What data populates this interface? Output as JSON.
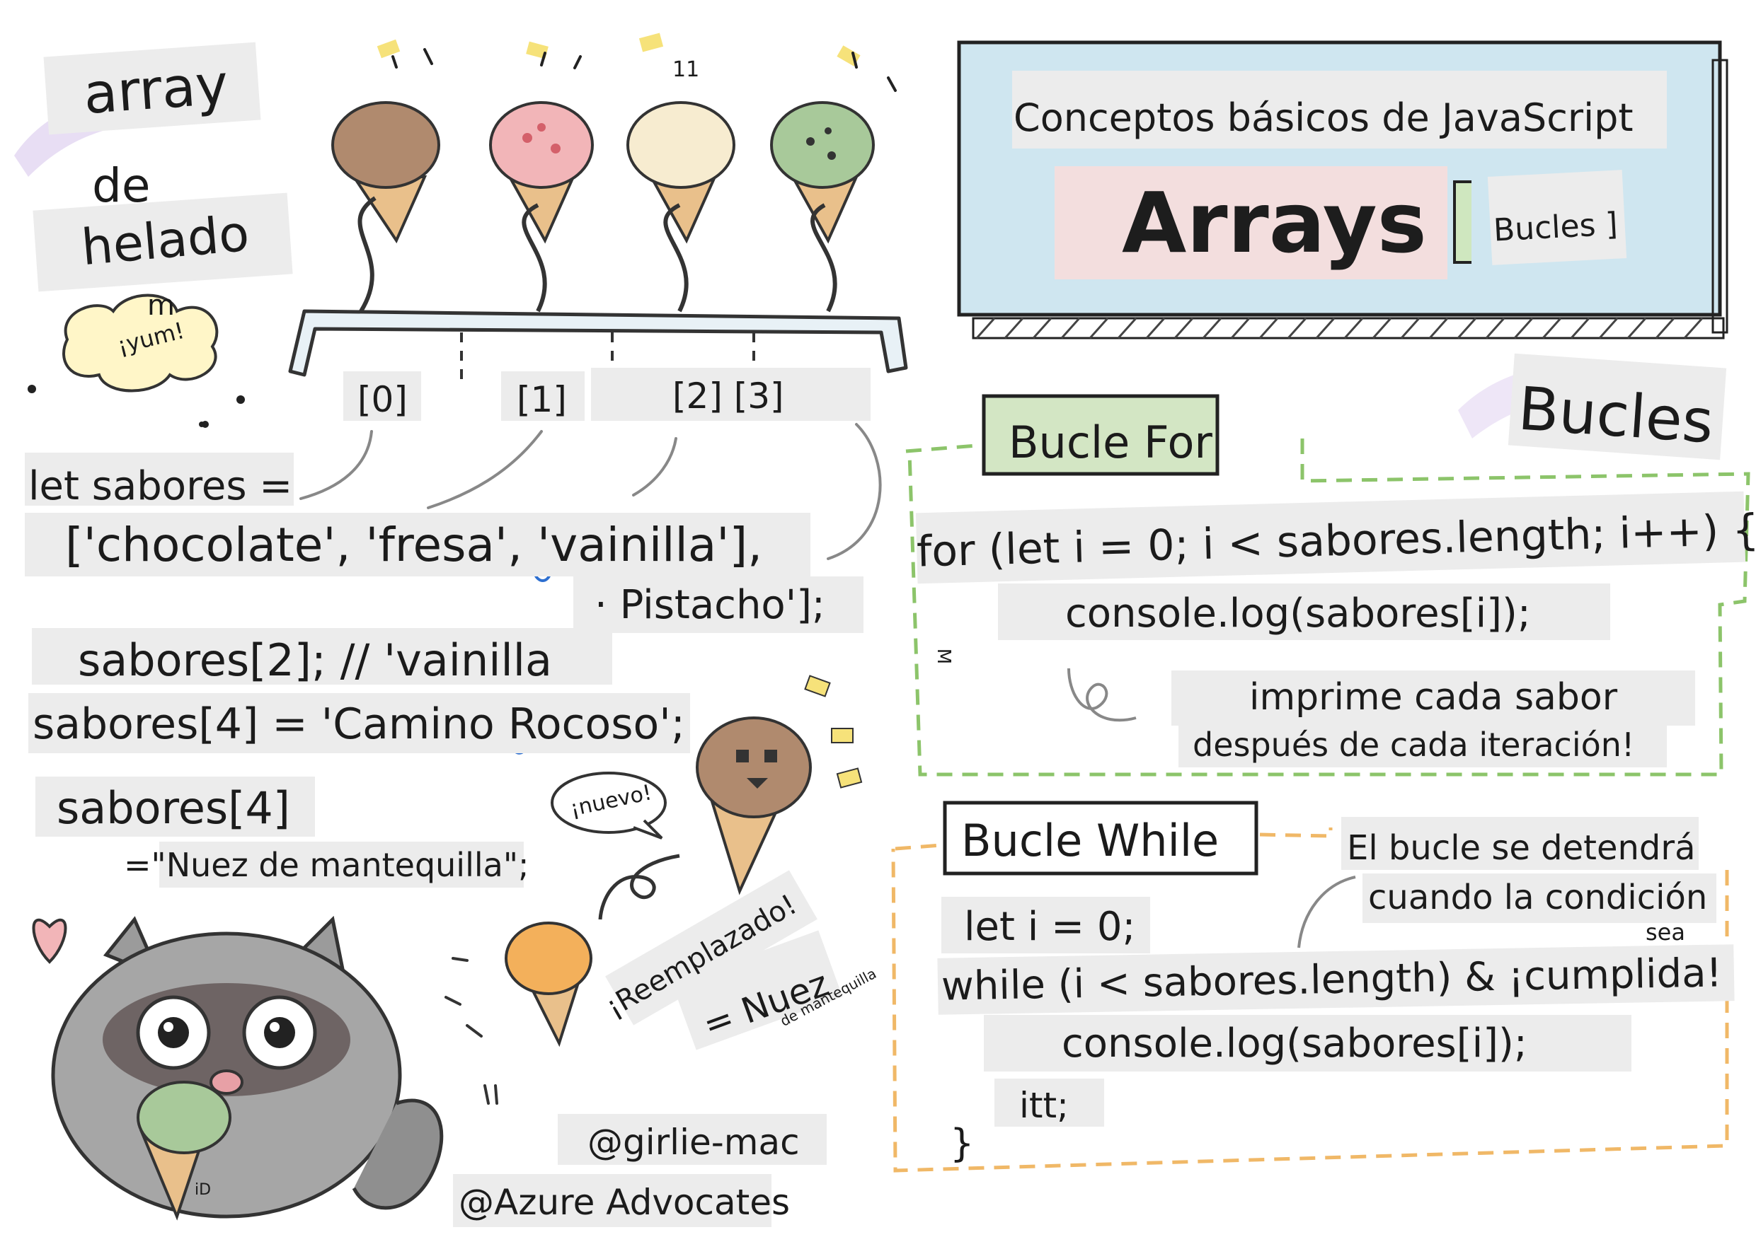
{
  "left": {
    "title_array": "array",
    "title_de": "de",
    "title_helado": "helado",
    "yum_m": "m",
    "yum": "¡yum!",
    "top_mark": "11",
    "indices": [
      "[0]",
      "[1]",
      "[2] [3]"
    ],
    "code": {
      "decl": "let sabores =",
      "values": "['chocolate', 'fresa', 'vainilla'],",
      "pistacho": "· Pistacho'];",
      "access": "sabores[2]; // 'vainilla",
      "assign": "sabores[4] = 'Camino Rocoso';",
      "reassign_lhs": "sabores[4]",
      "reassign_rhs": "=\"Nuez de mantequilla\";"
    },
    "nuevo": "¡nuevo!",
    "reemplazado": "¡Reemplazado!",
    "nuez": "= Nuez",
    "nuez_sub": "de mantequilla",
    "raccoon_mark": "iD",
    "credits": [
      "@girlie-mac",
      "@Azure Advocates"
    ]
  },
  "right": {
    "header_sub": "Conceptos básicos de JavaScript",
    "header_title": "Arrays",
    "header_bucles": "Bucles ]",
    "bucles": "Bucles",
    "for_section": {
      "label": "Bucle For",
      "line1": "for (let i = 0; i < sabores.length; i++) {",
      "line2": "console.log(sabores[i]);",
      "side_mark": "M",
      "note_line1": "imprime cada sabor",
      "note_line2": "después de cada iteración!"
    },
    "while_section": {
      "label": "Bucle While",
      "note_line1": "El bucle se detendrá",
      "note_line2": "cuando la condición",
      "note_line3": "sea",
      "line1": "let i = 0;",
      "line2": "while (i < sabores.length) & ¡cumplida!",
      "line3": "console.log(sabores[i]);",
      "line4": "itt;",
      "line5": "}"
    }
  },
  "colors": {
    "chocolate": "#b08a6e",
    "fresa": "#f2b5b8",
    "vainilla": "#f7ecd0",
    "pistacho": "#a8c99a",
    "cone": "#e9c08b",
    "for_border": "#8cc46a",
    "while_border": "#f0b867",
    "header_blue": "#cfe6f0",
    "arrays_pink": "#f3dede",
    "accent_yellow": "#f6e27a"
  }
}
